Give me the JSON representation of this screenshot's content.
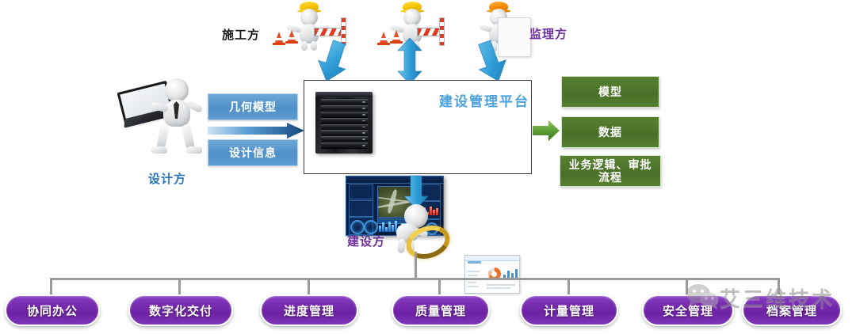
{
  "diagram": {
    "title_platform": "建设管理平台",
    "roles": {
      "design": "设计方",
      "construction": "施工方",
      "supervision": "监理方",
      "owner": "建设方"
    },
    "inputs": [
      {
        "label": "几何模型"
      },
      {
        "label": "设计信息"
      }
    ],
    "outputs": [
      {
        "label": "模型"
      },
      {
        "label": "数据"
      },
      {
        "label": "业务逻辑、审批流程"
      }
    ],
    "modules": [
      {
        "label": "协同办公"
      },
      {
        "label": "数字化交付"
      },
      {
        "label": "进度管理"
      },
      {
        "label": "质量管理"
      },
      {
        "label": "计量管理"
      },
      {
        "label": "安全管理"
      },
      {
        "label": "档案管理"
      }
    ],
    "watermark": {
      "text": "艾三维技术",
      "logo": "wechat-logo"
    },
    "colors": {
      "blue_box": "#5f9cd1",
      "green_box": "#4a7029",
      "purple_pill": "#7b2fb4",
      "arrow_blue": "#2e9bd6",
      "arrow_green": "#5a9b33",
      "label_blue": "#2e74b5",
      "label_purple": "#7030a0",
      "connector_gray": "#9a9a9a"
    }
  }
}
